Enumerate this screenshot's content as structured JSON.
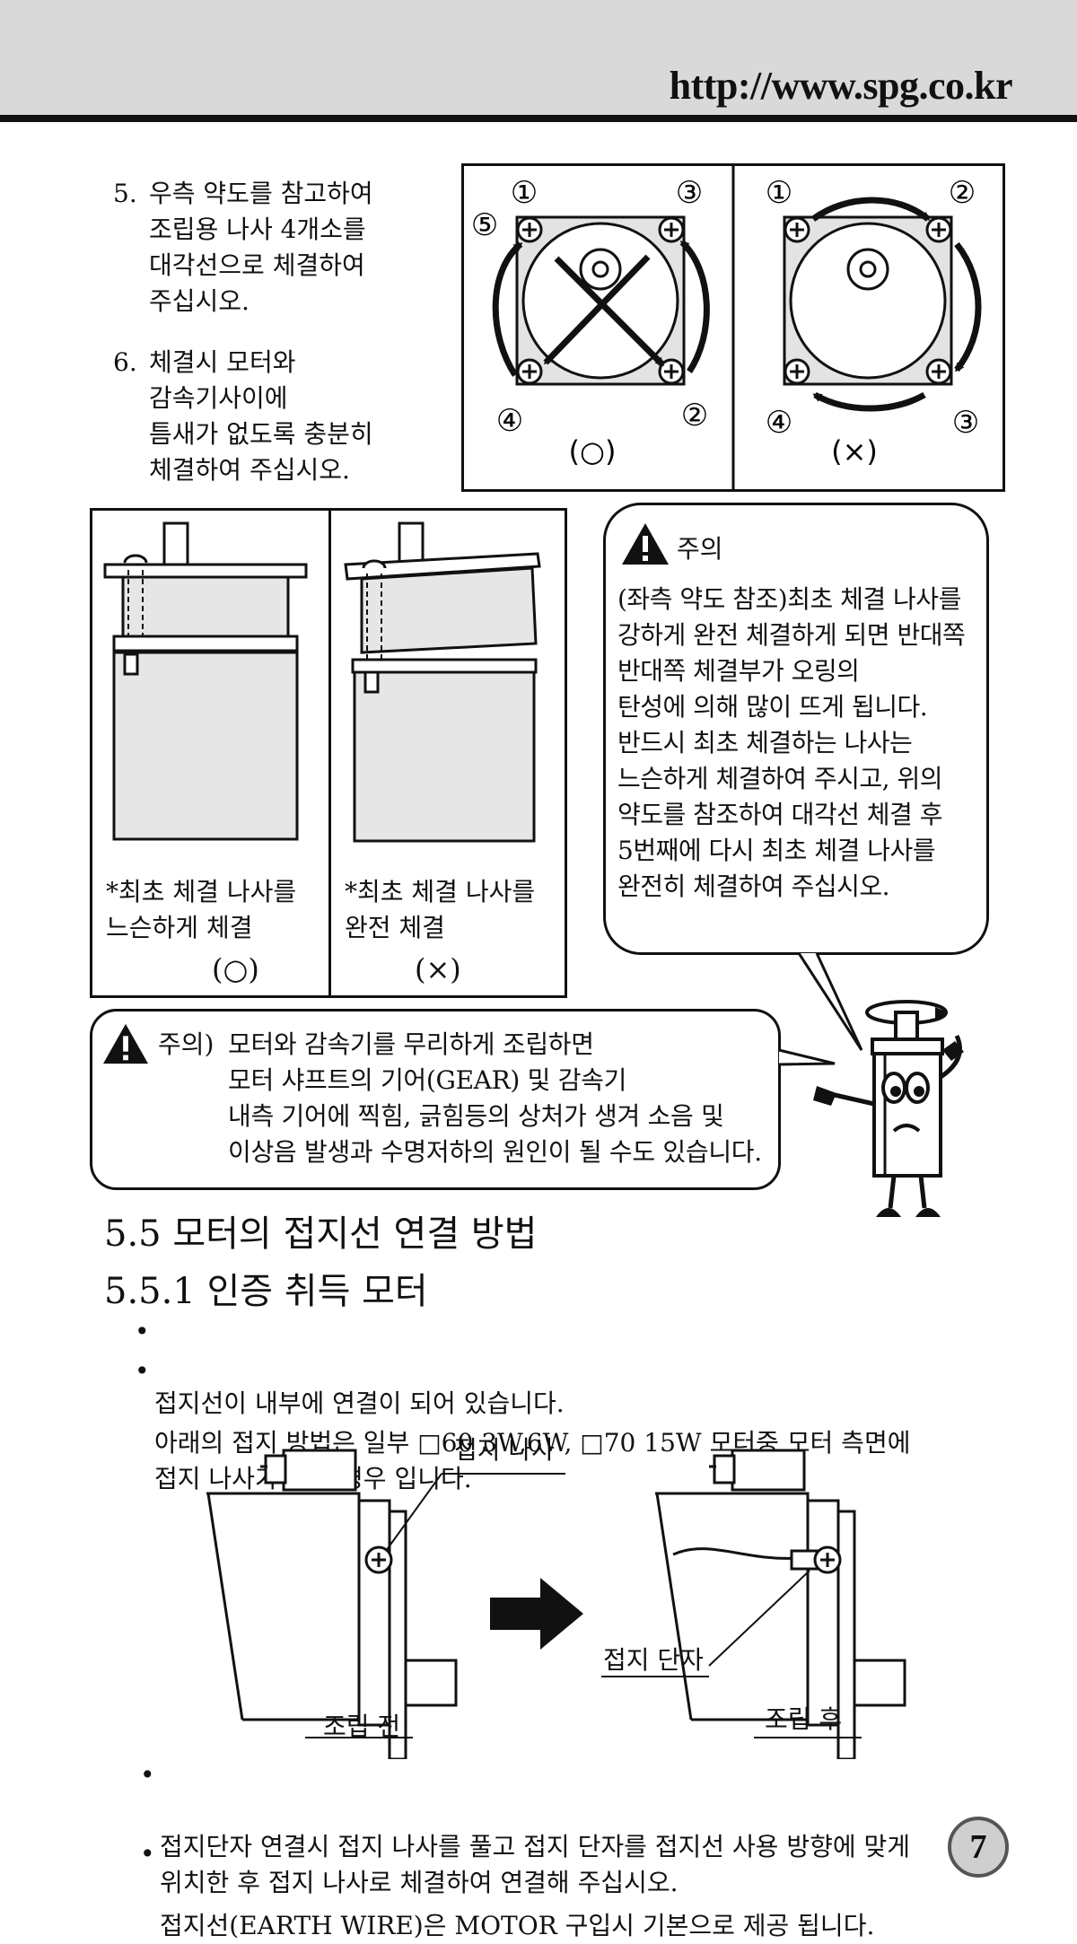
{
  "header": {
    "url": "http://www.spg.co.kr"
  },
  "steps": [
    {
      "number": "5.",
      "text": "우측 약도를 참고하여\n조립용 나사 4개소를\n대각선으로 체결하여\n주십시오."
    },
    {
      "number": "6.",
      "text": "체결시 모터와\n감속기사이에\n틈새가 없도록 충분히\n체결하여 주십시오."
    }
  ],
  "bolt_diagrams": {
    "correct": {
      "labels": [
        "①",
        "③",
        "⑤",
        "④",
        "②"
      ],
      "mark": "(○)"
    },
    "wrong": {
      "labels": [
        "①",
        "②",
        "④",
        "③"
      ],
      "mark": "(×)"
    }
  },
  "motor_diagrams": {
    "loose": {
      "caption": "*최초 체결 나사를\n 느슨하게 체결",
      "mark": "(○)"
    },
    "tight": {
      "caption": "*최초 체결 나사를\n 완전 체결",
      "mark": "(×)"
    }
  },
  "caution_bubble": {
    "title": "주의",
    "text": "(좌측 약도 참조)최초 체결 나사를\n강하게 완전 체결하게 되면 반대쪽\n반대쪽 체결부가 오링의\n탄성에 의해 많이 뜨게 됩니다.\n반드시 최초 체결하는 나사는\n느슨하게 체결하여 주시고, 위의\n약도를 참조하여 대각선 체결 후\n5번째에 다시 최초 체결 나사를\n완전히 체결하여 주십시오."
  },
  "caution_box": {
    "title": "주의)",
    "text": "모터와 감속기를 무리하게 조립하면\n모터 샤프트의 기어(GEAR) 및 감속기\n내측 기어에 찍힘, 긁힘등의 상처가 생겨 소음 및\n이상음 발생과 수명저하의 원인이 될 수도 있습니다."
  },
  "section": {
    "title": "5.5 모터의 접지선 연결 방법",
    "subtitle": "5.5.1 인증 취득 모터",
    "bullets": [
      "접지선이 내부에 연결이 되어 있습니다.",
      "아래의 접지 방법은 일부 □60 3W,6W, □70 15W 모터중 모터 측면에\n접지 나사가 있는 경우 입니다."
    ]
  },
  "ground_diagram": {
    "screw_label": "접지 나사",
    "terminal_label": "접지 단자",
    "before_label": "조립 전",
    "after_label": "조립 후"
  },
  "footer_bullets": [
    "접지단자 연결시 접지 나사를 풀고 접지 단자를 접지선 사용 방향에 맞게\n위치한 후 접지 나사로 체결하여 연결해 주십시오.",
    "접지선(EARTH WIRE)은 MOTOR 구입시 기본으로 제공 됩니다."
  ],
  "page_number": "7"
}
